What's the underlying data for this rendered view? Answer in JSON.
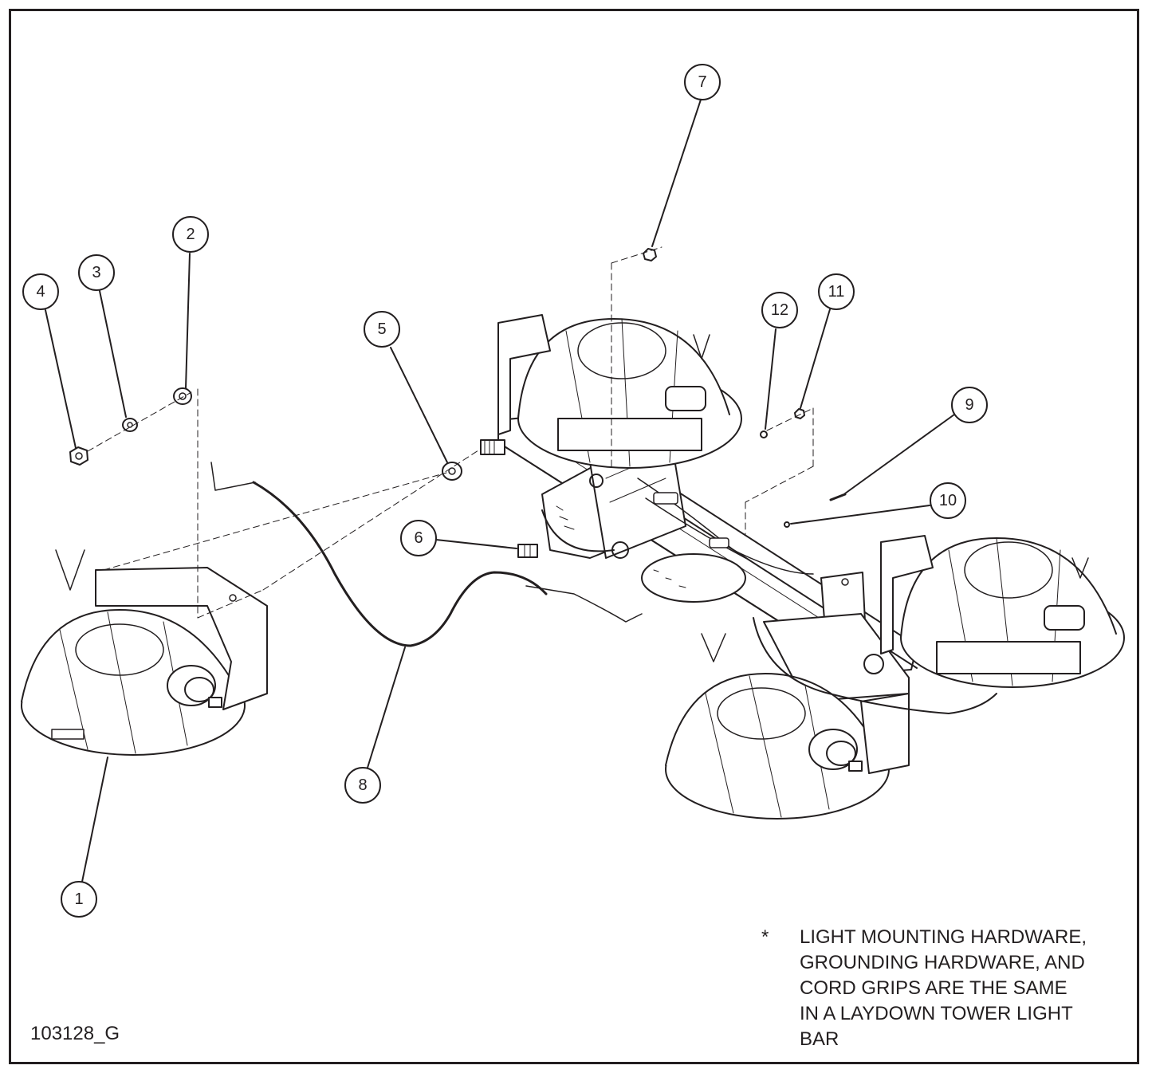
{
  "callouts": [
    "1",
    "2",
    "3",
    "4",
    "5",
    "6",
    "7",
    "8",
    "9",
    "10",
    "11",
    "12"
  ],
  "note": {
    "marker": "*",
    "text": "LIGHT MOUNTING HARDWARE,\nGROUNDING HARDWARE, AND\nCORD GRIPS ARE THE SAME\nIN A LAYDOWN TOWER LIGHT\nBAR"
  },
  "drawing_number": "103128_G",
  "colors": {
    "ink": "#231f20",
    "paper": "#ffffff"
  }
}
